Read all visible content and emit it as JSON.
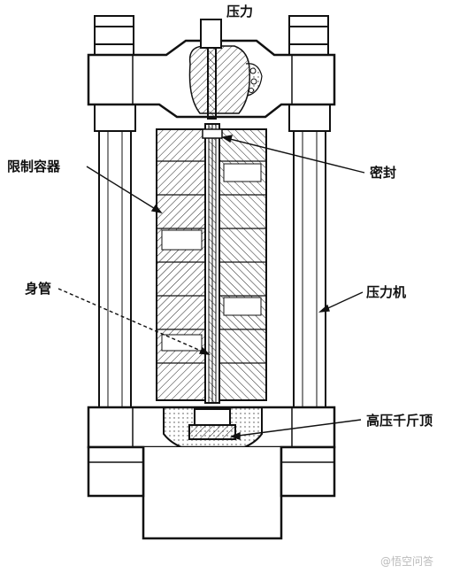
{
  "labels": {
    "pressure": "压力",
    "seal": "密封",
    "container": "限制容器",
    "tube": "身管",
    "press": "压力机",
    "jack": "高压千斤顶"
  },
  "watermark": "@悟空问答",
  "colors": {
    "stroke": "#111111",
    "background": "#ffffff",
    "watermark": "#bbbbbb"
  }
}
